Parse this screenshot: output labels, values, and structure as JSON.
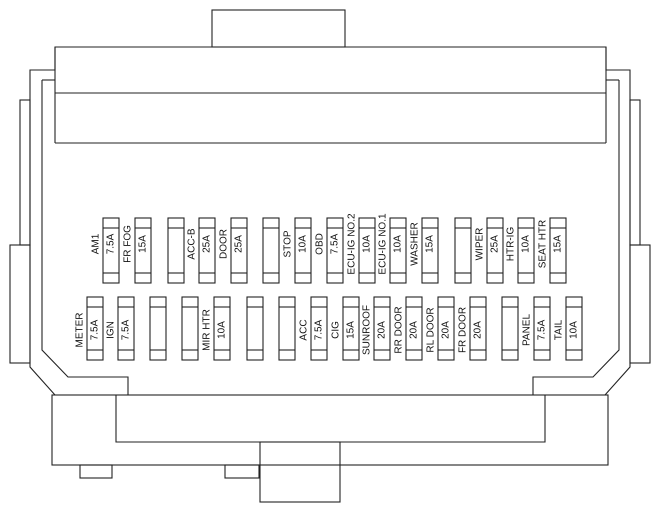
{
  "colors": {
    "line": "#222222",
    "fill": "#ffffff",
    "text": "#111111"
  },
  "row1": [
    {
      "name": "AM1",
      "rating": "7.5A"
    },
    {
      "name": "FR FOG",
      "rating": "15A"
    },
    {
      "name": "",
      "rating": ""
    },
    {
      "name": "ACC-B",
      "rating": "25A"
    },
    {
      "name": "DOOR",
      "rating": "25A"
    },
    {
      "name": "",
      "rating": ""
    },
    {
      "name": "STOP",
      "rating": "10A"
    },
    {
      "name": "OBD",
      "rating": "7.5A"
    },
    {
      "name": "ECU-IG NO.2",
      "rating": "10A"
    },
    {
      "name": "ECU-IG NO.1",
      "rating": "10A"
    },
    {
      "name": "WASHER",
      "rating": "15A"
    },
    {
      "name": "",
      "rating": ""
    },
    {
      "name": "WIPER",
      "rating": "25A"
    },
    {
      "name": "HTR-IG",
      "rating": "10A"
    },
    {
      "name": "SEAT HTR",
      "rating": "15A"
    }
  ],
  "row2": [
    {
      "name": "METER",
      "rating": "7.5A"
    },
    {
      "name": "IGN",
      "rating": "7.5A"
    },
    {
      "name": "",
      "rating": ""
    },
    {
      "name": "",
      "rating": ""
    },
    {
      "name": "MIR HTR",
      "rating": "10A"
    },
    {
      "name": "",
      "rating": ""
    },
    {
      "name": "ACC",
      "rating": "7.5A"
    },
    {
      "name": "CIG",
      "rating": "15A"
    },
    {
      "name": "SUNROOF",
      "rating": "20A"
    },
    {
      "name": "RR DOOR",
      "rating": "20A"
    },
    {
      "name": "RL DOOR",
      "rating": "20A"
    },
    {
      "name": "FR DOOR",
      "rating": "20A"
    },
    {
      "name": "",
      "rating": ""
    },
    {
      "name": "PANEL",
      "rating": "7.5A"
    },
    {
      "name": "TAIL",
      "rating": "10A"
    }
  ]
}
